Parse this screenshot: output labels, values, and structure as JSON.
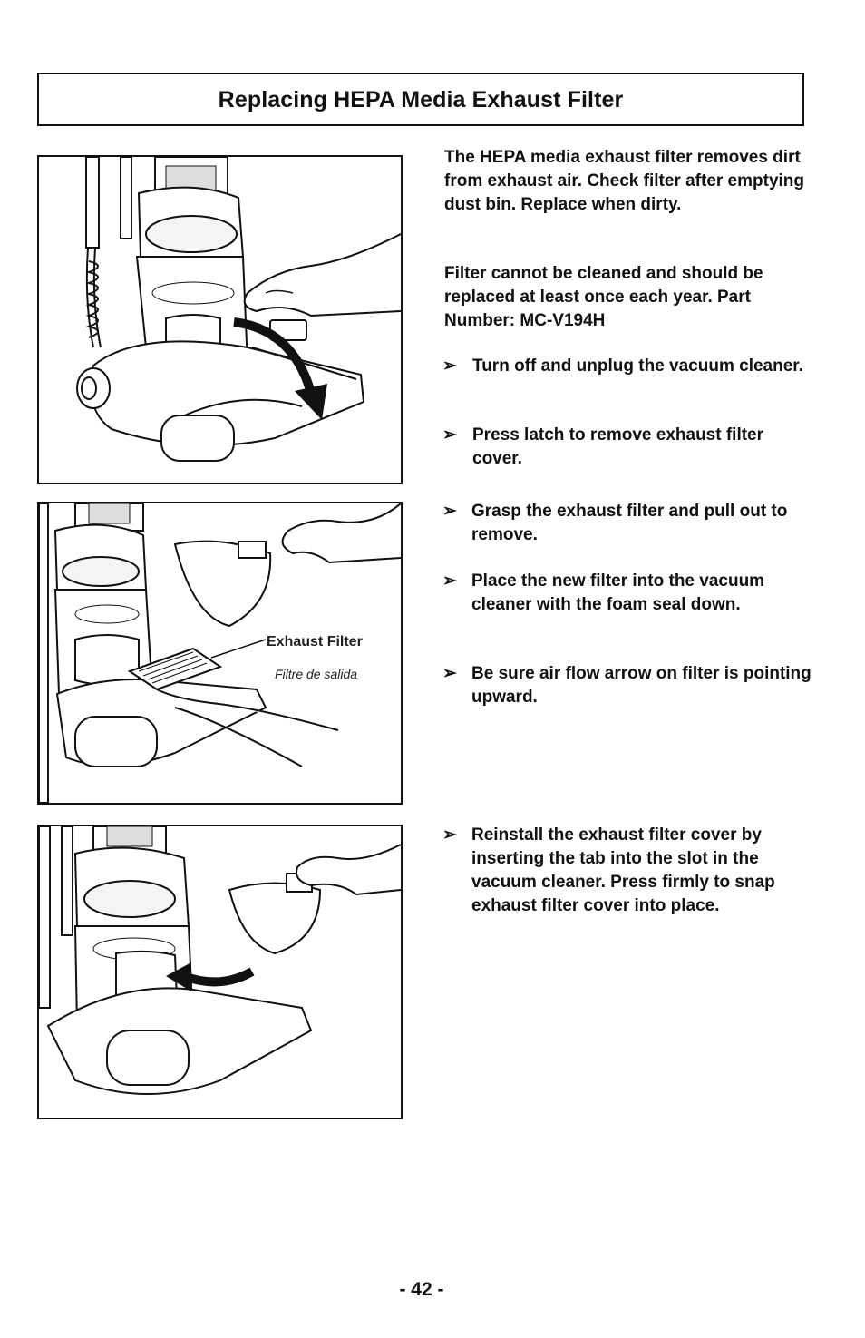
{
  "title": "Replacing HEPA Media Exhaust Filter",
  "intro": [
    "The HEPA media exhaust filter removes dirt from exhaust air.  Check filter after emptying dust bin.  Replace when dirty.",
    "Filter cannot be cleaned and should be replaced at least once each year.  Part Number:  MC-V194H"
  ],
  "bullet_symbol": "➢",
  "steps_group1": [
    "Turn off and unplug the vacuum cleaner.",
    "Press latch to remove exhaust filter cover."
  ],
  "steps_group2": [
    "Grasp the exhaust filter and pull out to remove.",
    "Place the new filter into the vacuum cleaner with the foam seal down.",
    "Be sure air flow arrow on filter is pointing upward."
  ],
  "steps_group3": [
    "Reinstall the exhaust filter cover by inserting the tab into the slot in the vacuum cleaner. Press firmly to snap exhaust filter cover into place."
  ],
  "figure2": {
    "callout_label": "Exhaust Filter",
    "callout_label_fr": "Filtre de salida"
  },
  "page_number": "- 42 -"
}
